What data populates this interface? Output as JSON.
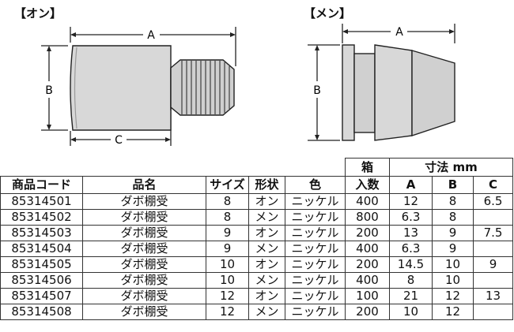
{
  "diagrams": {
    "on": {
      "label": "【オン】",
      "dim_a": "A",
      "dim_b": "B",
      "dim_c": "C"
    },
    "men": {
      "label": "【メン】",
      "dim_a": "A",
      "dim_b": "B"
    }
  },
  "table": {
    "headers": {
      "code": "商品コード",
      "name": "品名",
      "size": "サイズ",
      "shape": "形状",
      "color": "色",
      "qty_top": "箱",
      "qty_bottom": "入数",
      "dim_group": "寸法 mm",
      "a": "A",
      "b": "B",
      "c": "C"
    },
    "rows": [
      {
        "code": "85314501",
        "name": "ダボ棚受",
        "size": "8",
        "shape": "オン",
        "color": "ニッケル",
        "qty": "400",
        "a": "12",
        "b": "8",
        "c": "6.5"
      },
      {
        "code": "85314502",
        "name": "ダボ棚受",
        "size": "8",
        "shape": "メン",
        "color": "ニッケル",
        "qty": "800",
        "a": "6.3",
        "b": "8",
        "c": ""
      },
      {
        "code": "85314503",
        "name": "ダボ棚受",
        "size": "9",
        "shape": "オン",
        "color": "ニッケル",
        "qty": "200",
        "a": "13",
        "b": "9",
        "c": "7.5"
      },
      {
        "code": "85314504",
        "name": "ダボ棚受",
        "size": "9",
        "shape": "メン",
        "color": "ニッケル",
        "qty": "400",
        "a": "6.3",
        "b": "9",
        "c": ""
      },
      {
        "code": "85314505",
        "name": "ダボ棚受",
        "size": "10",
        "shape": "オン",
        "color": "ニッケル",
        "qty": "200",
        "a": "14.5",
        "b": "10",
        "c": "9"
      },
      {
        "code": "85314506",
        "name": "ダボ棚受",
        "size": "10",
        "shape": "メン",
        "color": "ニッケル",
        "qty": "400",
        "a": "8",
        "b": "10",
        "c": ""
      },
      {
        "code": "85314507",
        "name": "ダボ棚受",
        "size": "12",
        "shape": "オン",
        "color": "ニッケル",
        "qty": "100",
        "a": "21",
        "b": "12",
        "c": "13"
      },
      {
        "code": "85314508",
        "name": "ダボ棚受",
        "size": "12",
        "shape": "メン",
        "color": "ニッケル",
        "qty": "200",
        "a": "10",
        "b": "12",
        "c": ""
      }
    ]
  }
}
